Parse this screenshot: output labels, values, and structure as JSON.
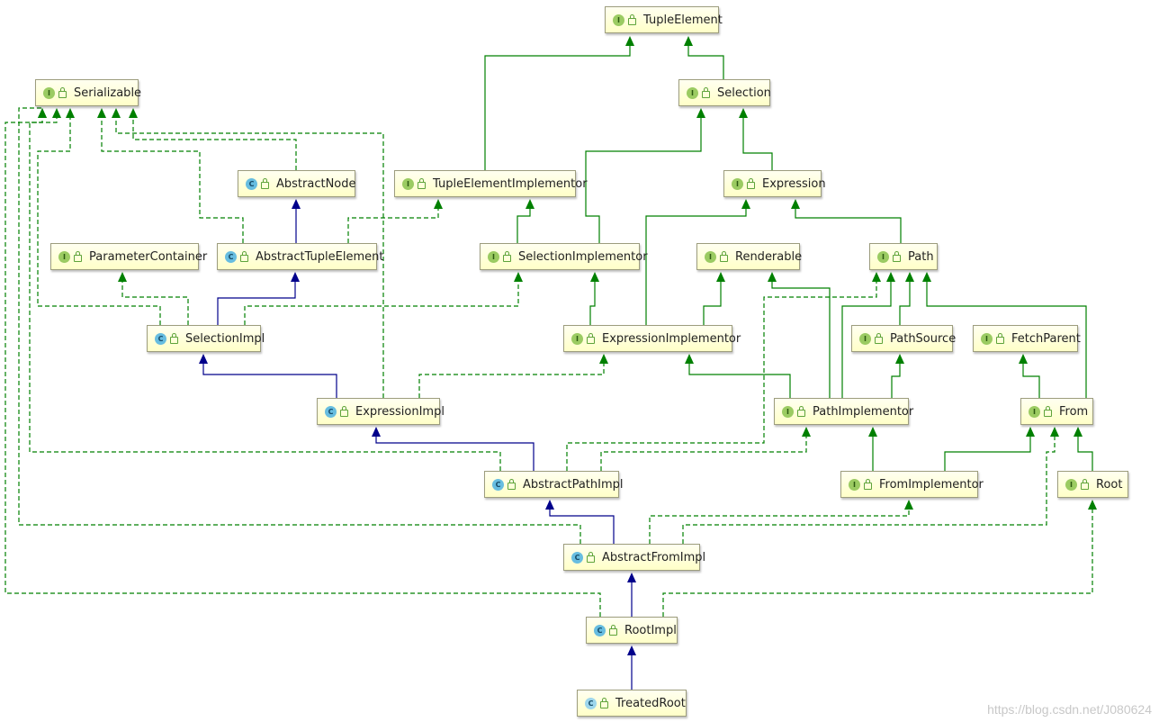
{
  "colors": {
    "extends": "#00008b",
    "implements": "#008000",
    "node_fill": "#ffffc8",
    "node_border": "#9d9d7e",
    "interface_badge": "#9bcb62",
    "class_badge": "#67bde0"
  },
  "legend_kinds": {
    "interface": "I",
    "class": "C",
    "abstract-class": "C"
  },
  "nodes": [
    {
      "id": "TupleElement",
      "label": "TupleElement",
      "kind": "interface"
    },
    {
      "id": "Selection",
      "label": "Selection",
      "kind": "interface"
    },
    {
      "id": "Serializable",
      "label": "Serializable",
      "kind": "interface"
    },
    {
      "id": "TupleElementImplementor",
      "label": "TupleElementImplementor",
      "kind": "interface"
    },
    {
      "id": "Expression",
      "label": "Expression",
      "kind": "interface"
    },
    {
      "id": "AbstractNode",
      "label": "AbstractNode",
      "kind": "class"
    },
    {
      "id": "ParameterContainer",
      "label": "ParameterContainer",
      "kind": "interface"
    },
    {
      "id": "AbstractTupleElement",
      "label": "AbstractTupleElement",
      "kind": "class"
    },
    {
      "id": "SelectionImplementor",
      "label": "SelectionImplementor",
      "kind": "interface"
    },
    {
      "id": "Renderable",
      "label": "Renderable",
      "kind": "interface"
    },
    {
      "id": "Path",
      "label": "Path",
      "kind": "interface"
    },
    {
      "id": "SelectionImpl",
      "label": "SelectionImpl",
      "kind": "class"
    },
    {
      "id": "ExpressionImplementor",
      "label": "ExpressionImplementor",
      "kind": "interface"
    },
    {
      "id": "PathSource",
      "label": "PathSource",
      "kind": "interface"
    },
    {
      "id": "FetchParent",
      "label": "FetchParent",
      "kind": "interface"
    },
    {
      "id": "ExpressionImpl",
      "label": "ExpressionImpl",
      "kind": "class"
    },
    {
      "id": "PathImplementor",
      "label": "PathImplementor",
      "kind": "interface"
    },
    {
      "id": "From",
      "label": "From",
      "kind": "interface"
    },
    {
      "id": "AbstractPathImpl",
      "label": "AbstractPathImpl",
      "kind": "class"
    },
    {
      "id": "FromImplementor",
      "label": "FromImplementor",
      "kind": "interface"
    },
    {
      "id": "Root",
      "label": "Root",
      "kind": "interface"
    },
    {
      "id": "AbstractFromImpl",
      "label": "AbstractFromImpl",
      "kind": "class"
    },
    {
      "id": "RootImpl",
      "label": "RootImpl",
      "kind": "class"
    },
    {
      "id": "TreatedRoot",
      "label": "TreatedRoot",
      "kind": "abstract-class"
    }
  ],
  "edges": [
    {
      "from": "Selection",
      "to": "TupleElement",
      "type": "implements"
    },
    {
      "from": "TupleElementImplementor",
      "to": "TupleElement",
      "type": "implements"
    },
    {
      "from": "Expression",
      "to": "Selection",
      "type": "implements"
    },
    {
      "from": "SelectionImplementor",
      "to": "Selection",
      "type": "implements"
    },
    {
      "from": "SelectionImplementor",
      "to": "TupleElementImplementor",
      "type": "implements"
    },
    {
      "from": "ExpressionImplementor",
      "to": "Expression",
      "type": "implements"
    },
    {
      "from": "Path",
      "to": "Expression",
      "type": "implements"
    },
    {
      "from": "AbstractTupleElement",
      "to": "AbstractNode",
      "type": "extends"
    },
    {
      "from": "AbstractTupleElement",
      "to": "TupleElementImplementor",
      "type": "realizes"
    },
    {
      "from": "AbstractNode",
      "to": "Serializable",
      "type": "realizes"
    },
    {
      "from": "AbstractTupleElement",
      "to": "Serializable",
      "type": "realizes"
    },
    {
      "from": "SelectionImpl",
      "to": "AbstractTupleElement",
      "type": "extends"
    },
    {
      "from": "SelectionImpl",
      "to": "ParameterContainer",
      "type": "realizes"
    },
    {
      "from": "SelectionImpl",
      "to": "SelectionImplementor",
      "type": "realizes"
    },
    {
      "from": "SelectionImpl",
      "to": "Serializable",
      "type": "realizes"
    },
    {
      "from": "ExpressionImplementor",
      "to": "SelectionImplementor",
      "type": "implements"
    },
    {
      "from": "ExpressionImplementor",
      "to": "Renderable",
      "type": "implements"
    },
    {
      "from": "ExpressionImpl",
      "to": "SelectionImpl",
      "type": "extends"
    },
    {
      "from": "ExpressionImpl",
      "to": "ExpressionImplementor",
      "type": "realizes"
    },
    {
      "from": "ExpressionImpl",
      "to": "Serializable",
      "type": "realizes"
    },
    {
      "from": "PathSource",
      "to": "Path",
      "type": "implements"
    },
    {
      "from": "PathImplementor",
      "to": "ExpressionImplementor",
      "type": "implements"
    },
    {
      "from": "PathImplementor",
      "to": "Renderable",
      "type": "implements"
    },
    {
      "from": "PathImplementor",
      "to": "Path",
      "type": "implements"
    },
    {
      "from": "PathImplementor",
      "to": "PathSource",
      "type": "implements"
    },
    {
      "from": "From",
      "to": "FetchParent",
      "type": "implements"
    },
    {
      "from": "From",
      "to": "Path",
      "type": "implements"
    },
    {
      "from": "AbstractPathImpl",
      "to": "ExpressionImpl",
      "type": "extends"
    },
    {
      "from": "AbstractPathImpl",
      "to": "PathImplementor",
      "type": "realizes"
    },
    {
      "from": "AbstractPathImpl",
      "to": "Path",
      "type": "realizes"
    },
    {
      "from": "AbstractPathImpl",
      "to": "Serializable",
      "type": "realizes"
    },
    {
      "from": "FromImplementor",
      "to": "PathImplementor",
      "type": "implements"
    },
    {
      "from": "FromImplementor",
      "to": "From",
      "type": "implements"
    },
    {
      "from": "Root",
      "to": "From",
      "type": "implements"
    },
    {
      "from": "AbstractFromImpl",
      "to": "AbstractPathImpl",
      "type": "extends"
    },
    {
      "from": "AbstractFromImpl",
      "to": "FromImplementor",
      "type": "realizes"
    },
    {
      "from": "AbstractFromImpl",
      "to": "From",
      "type": "realizes"
    },
    {
      "from": "AbstractFromImpl",
      "to": "Serializable",
      "type": "realizes"
    },
    {
      "from": "RootImpl",
      "to": "AbstractFromImpl",
      "type": "extends"
    },
    {
      "from": "RootImpl",
      "to": "Root",
      "type": "realizes"
    },
    {
      "from": "RootImpl",
      "to": "Serializable",
      "type": "realizes"
    },
    {
      "from": "TreatedRoot",
      "to": "RootImpl",
      "type": "extends"
    }
  ],
  "watermark": "https://blog.csdn.net/J080624"
}
